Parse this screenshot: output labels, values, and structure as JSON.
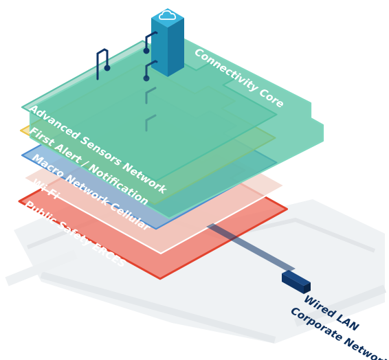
{
  "layers": [
    {
      "id": "public-safety",
      "label": "Public Safety ERCES",
      "fill": "#ef7565",
      "stroke": "#e2432e"
    },
    {
      "id": "wifi",
      "label": "Wi-Fi",
      "fill": "#f2d4cb",
      "stroke": "#ffffff"
    },
    {
      "id": "macro-cellular",
      "label": "Macro Network Cellular",
      "fill": "#7fb1d9",
      "stroke": "#4d8ed1"
    },
    {
      "id": "first-alert",
      "label": "First Alert / Notification",
      "fill": "#f2de97",
      "stroke": "#ecc548"
    },
    {
      "id": "advanced-sensors",
      "label": "Advanced Sensors Network",
      "fill": "#9fd6c6",
      "stroke": "#5dc0aa"
    },
    {
      "id": "connectivity-core",
      "label": "Connectivity Core",
      "fill": "#4fbf9f",
      "stroke": "#7fd7bf"
    }
  ],
  "wired": {
    "line1": "Wired LAN",
    "line2": "Corporate Network"
  },
  "colors": {
    "tower": "#1f8fb3",
    "tower_top": "#3ab5dd",
    "cloud": "#ffffff",
    "cable": "#0f3567",
    "building": "#e6e9ec"
  },
  "icons": {
    "cloud": "cloud-icon"
  }
}
